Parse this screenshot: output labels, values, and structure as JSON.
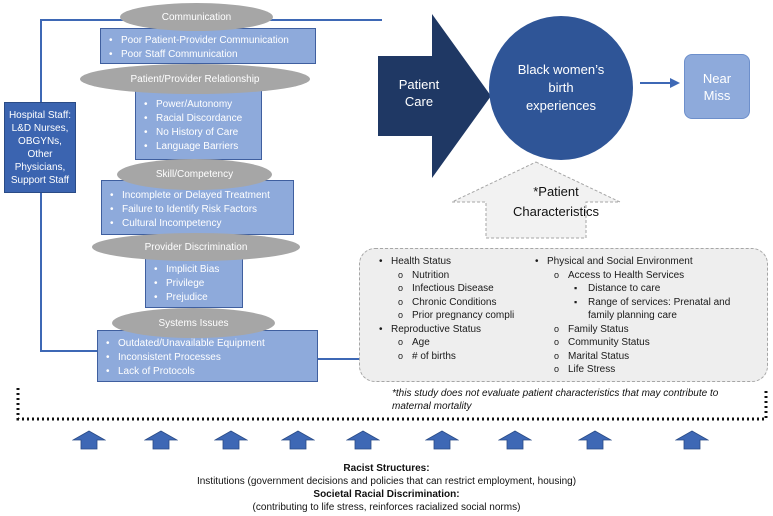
{
  "staff": "Hospital Staff: L&D Nurses, OBGYNs, Other Physicians, Support Staff",
  "factors": [
    {
      "title": "Communication",
      "items": [
        "Poor Patient-Provider Communication",
        "Poor Staff Communication"
      ]
    },
    {
      "title": "Patient/Provider Relationship",
      "items": [
        "Power/Autonomy",
        "Racial Discordance",
        "No History of Care",
        "Language Barriers"
      ]
    },
    {
      "title": "Skill/Competency",
      "items": [
        "Incomplete or Delayed Treatment",
        "Failure to Identify Risk Factors",
        "Cultural Incompetency"
      ]
    },
    {
      "title": "Provider Discrimination",
      "items": [
        "Implicit Bias",
        "Privilege",
        "Prejudice"
      ]
    },
    {
      "title": "Systems Issues",
      "items": [
        "Outdated/Unavailable Equipment",
        "Inconsistent Processes",
        "Lack of Protocols"
      ]
    }
  ],
  "patient_care": "Patient Care",
  "experiences": "Black women’s birth experiences",
  "near_miss": "Near Miss",
  "patient_characteristics_title": "*Patient Characteristics",
  "characteristics": {
    "left": [
      {
        "level": 1,
        "text": "Health Status"
      },
      {
        "level": 2,
        "text": "Nutrition"
      },
      {
        "level": 2,
        "text": "Infectious Disease"
      },
      {
        "level": 2,
        "text": "Chronic Conditions"
      },
      {
        "level": 2,
        "text": "Prior pregnancy compli"
      },
      {
        "level": 1,
        "text": "Reproductive Status"
      },
      {
        "level": 2,
        "text": "Age"
      },
      {
        "level": 2,
        "text": "# of births"
      }
    ],
    "right": [
      {
        "level": 1,
        "text": "Physical and Social Environment"
      },
      {
        "level": 2,
        "text": "Access to Health Services"
      },
      {
        "level": 3,
        "text": "Distance to care"
      },
      {
        "level": 3,
        "text": "Range of services: Prenatal and"
      },
      {
        "level": 4,
        "text": "family planning care"
      },
      {
        "level": 2,
        "text": "Family Status"
      },
      {
        "level": 2,
        "text": "Community Status"
      },
      {
        "level": 2,
        "text": "Marital Status"
      },
      {
        "level": 2,
        "text": "Life Stress"
      }
    ]
  },
  "footnote": "*this study does not evaluate patient characteristics that may contribute to maternal mortality",
  "bottom": {
    "racist_title": "Racist Structures:",
    "racist_text": "Institutions (government decisions and policies that can restrict employment, housing)",
    "societal_title": "Societal Racial Discrimination:",
    "societal_text": "(contributing to life stress, reinforces racialized social norms)"
  },
  "colors": {
    "dark_blue": "#2e4f86",
    "mid_blue": "#3e68b5",
    "light_blue": "#8eaadb",
    "gray": "#a6a6a6"
  }
}
